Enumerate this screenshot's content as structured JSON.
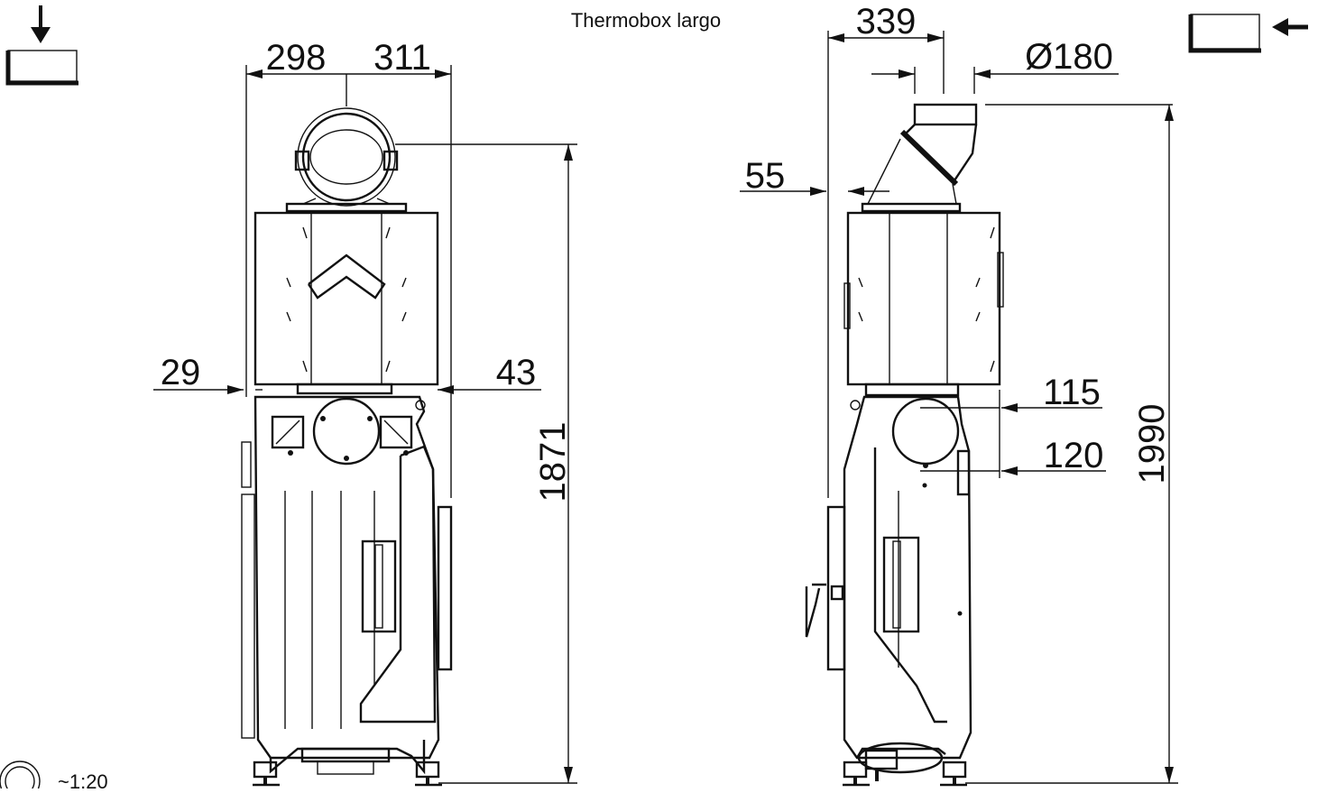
{
  "title": "Thermobox largo",
  "scale": "~1:20",
  "colors": {
    "line": "#111111",
    "background": "#ffffff"
  },
  "icons": {
    "top_view": "down-arrow-box-icon",
    "side_view": "left-arrow-box-icon",
    "scale": "scale-circle-icon"
  },
  "front_view": {
    "dims": {
      "left_width": "298",
      "right_width": "311",
      "left_gap": "29",
      "right_gap": "43",
      "height": "1871"
    }
  },
  "side_view": {
    "dims": {
      "depth": "339",
      "diameter": "Ø180",
      "offset": "55",
      "d115": "115",
      "d120": "120",
      "height": "1990"
    }
  }
}
